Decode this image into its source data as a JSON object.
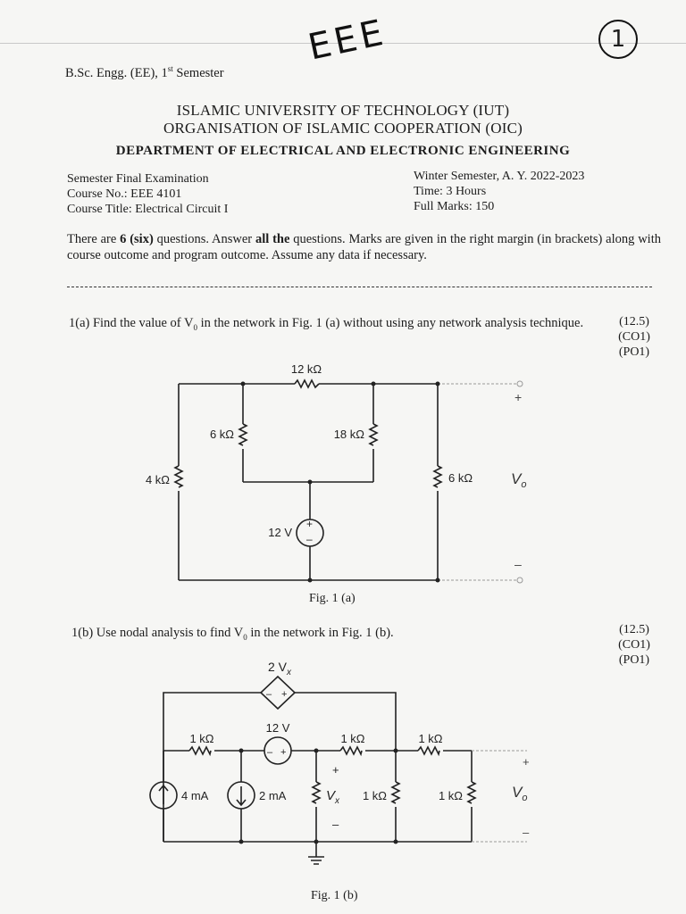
{
  "header": {
    "program": "B.Sc. Engg. (EE), 1",
    "program_sup": "st",
    "program_tail": " Semester",
    "handwritten_tag": "EEE",
    "page_circle": "1"
  },
  "institution": {
    "line1": "ISLAMIC UNIVERSITY OF TECHNOLOGY (IUT)",
    "line2": "ORGANISATION OF ISLAMIC COOPERATION (OIC)",
    "line3": "DEPARTMENT OF ELECTRICAL AND ELECTRONIC ENGINEERING"
  },
  "exam_info": {
    "left": [
      "Semester Final Examination",
      "Course No.: EEE 4101",
      "Course Title: Electrical Circuit I"
    ],
    "right": [
      "Winter Semester, A. Y. 2022-2023",
      "Time: 3 Hours",
      "Full Marks: 150"
    ]
  },
  "instructions": {
    "pre": "There are ",
    "bold1": "6 (six)",
    "mid": " questions. Answer ",
    "bold2": "all the",
    "post": " questions. Marks are given in the right margin (in brackets) along with course outcome and program outcome. Assume any data if necessary."
  },
  "q1a": {
    "text_pre": "1(a) Find the value of V",
    "text_sub": "0",
    "text_post": " in the network in Fig. 1 (a) without using any network analysis technique.",
    "marks": "(12.5)",
    "co": "(CO1)",
    "po": "(PO1)",
    "figure": {
      "r_top": "12 kΩ",
      "r_left_inner": "6 kΩ",
      "r_right_inner": "18 kΩ",
      "r_left_outer": "4 kΩ",
      "r_right_outer": "6 kΩ",
      "source": "12 V",
      "out_label": "V",
      "out_sub": "o",
      "plus": "+",
      "minus": "–",
      "caption": "Fig. 1 (a)"
    }
  },
  "q1b": {
    "text_pre": "1(b) Use nodal analysis to find V",
    "text_sub": "0",
    "text_post": " in the network in Fig. 1 (b).",
    "marks": "(12.5)",
    "co": "(CO1)",
    "po": "(PO1)",
    "figure": {
      "dep_source": "2 V",
      "dep_source_sub": "x",
      "vsrc": "12 V",
      "r1": "1 kΩ",
      "r2": "1 kΩ",
      "r3": "1 kΩ",
      "r_vert1": "1 kΩ",
      "r_vert2": "1 kΩ",
      "i1": "4 mA",
      "i2": "2 mA",
      "vx": "V",
      "vx_sub": "x",
      "out_label": "V",
      "out_sub": "o",
      "plus": "+",
      "minus": "–",
      "caption": "Fig. 1 (b)"
    }
  }
}
